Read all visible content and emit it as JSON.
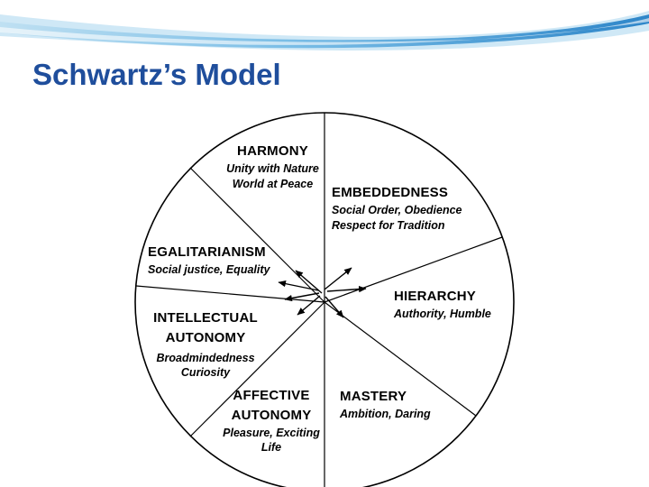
{
  "slide": {
    "title": "Schwartz’s Model"
  },
  "colors": {
    "title_blue": "#1f4e9c",
    "swoosh_light": "#cfe8f6",
    "swoosh_mid": "#79bde6",
    "swoosh_dark": "#2e86c9",
    "diagram_stroke": "#000000"
  },
  "diagram": {
    "sectors": {
      "harmony": {
        "title": "HARMONY",
        "line1": "Unity with Nature",
        "line2": "World at Peace"
      },
      "embeddedness": {
        "title": "EMBEDDEDNESS",
        "line1": "Social Order, Obedience",
        "line2": "Respect for Tradition"
      },
      "egalitarianism": {
        "title": "EGALITARIANISM",
        "line1": "Social justice, Equality"
      },
      "hierarchy": {
        "title": "HIERARCHY",
        "line1": "Authority, Humble"
      },
      "intellectual_autonomy": {
        "title1": "INTELLECTUAL",
        "title2": "AUTONOMY",
        "line1": "Broadmindedness",
        "line2": "Curiosity"
      },
      "affective_autonomy": {
        "title1": "AFFECTIVE",
        "title2": "AUTONOMY",
        "line1": "Pleasure, Exciting",
        "line2": "Life"
      },
      "mastery": {
        "title": "MASTERY",
        "line1": "Ambition, Daring"
      }
    }
  }
}
